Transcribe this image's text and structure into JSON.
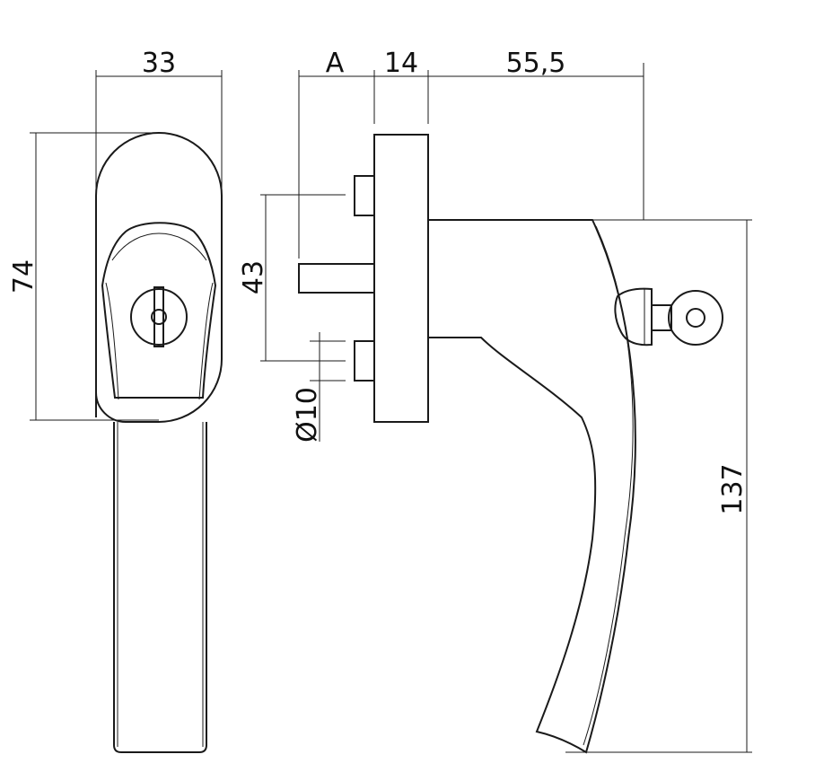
{
  "dimensions": {
    "rose_width": "33",
    "rose_height": "74",
    "spindle_length": "A",
    "rose_depth": "14",
    "handle_projection": "55,5",
    "screw_spacing": "43",
    "screw_diameter": "Ø10",
    "handle_length": "137"
  },
  "colors": {
    "line": "#1a1a1a",
    "background": "#ffffff"
  }
}
